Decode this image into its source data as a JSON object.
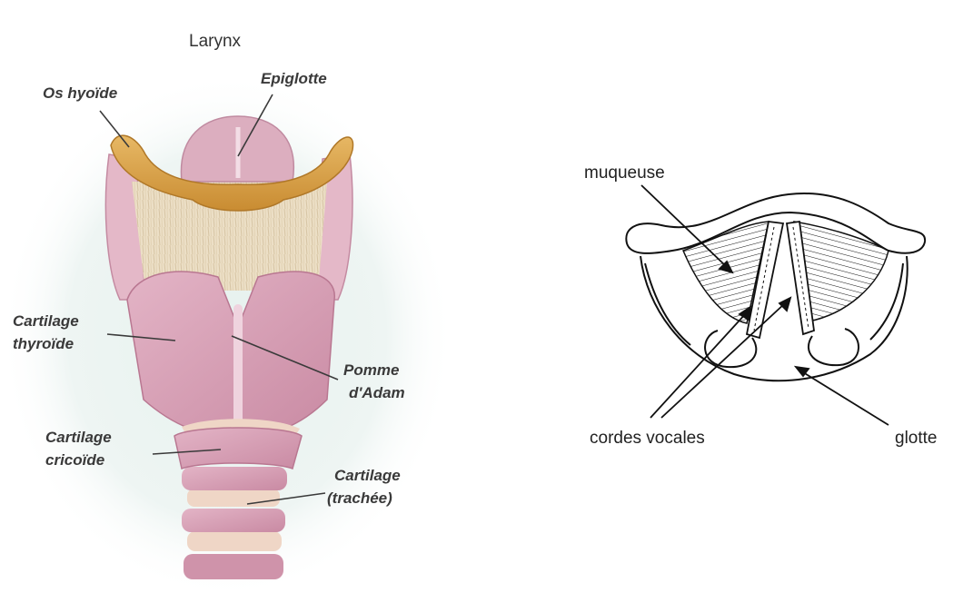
{
  "left_figure": {
    "title": "Larynx",
    "labels": {
      "os_hyoide": "Os hyoïde",
      "epiglotte": "Epiglotte",
      "cartilage_thyroide": [
        "Cartilage",
        "thyroïde"
      ],
      "pomme_adam": [
        "Pomme",
        "d'Adam"
      ],
      "cartilage_cricoide": [
        "Cartilage",
        "cricoïde"
      ],
      "cartilage_trachee": [
        "Cartilage",
        "(trachée)"
      ]
    }
  },
  "right_figure": {
    "labels": {
      "muqueuse": "muqueuse",
      "cordes_vocales": "cordes vocales",
      "glotte": "glotte"
    }
  },
  "colors": {
    "cartilage_pink": "#d9a3b8",
    "bone_orange": "#d9a24a",
    "membrane_beige": "#e8dcc4",
    "line_art": "#111111"
  }
}
